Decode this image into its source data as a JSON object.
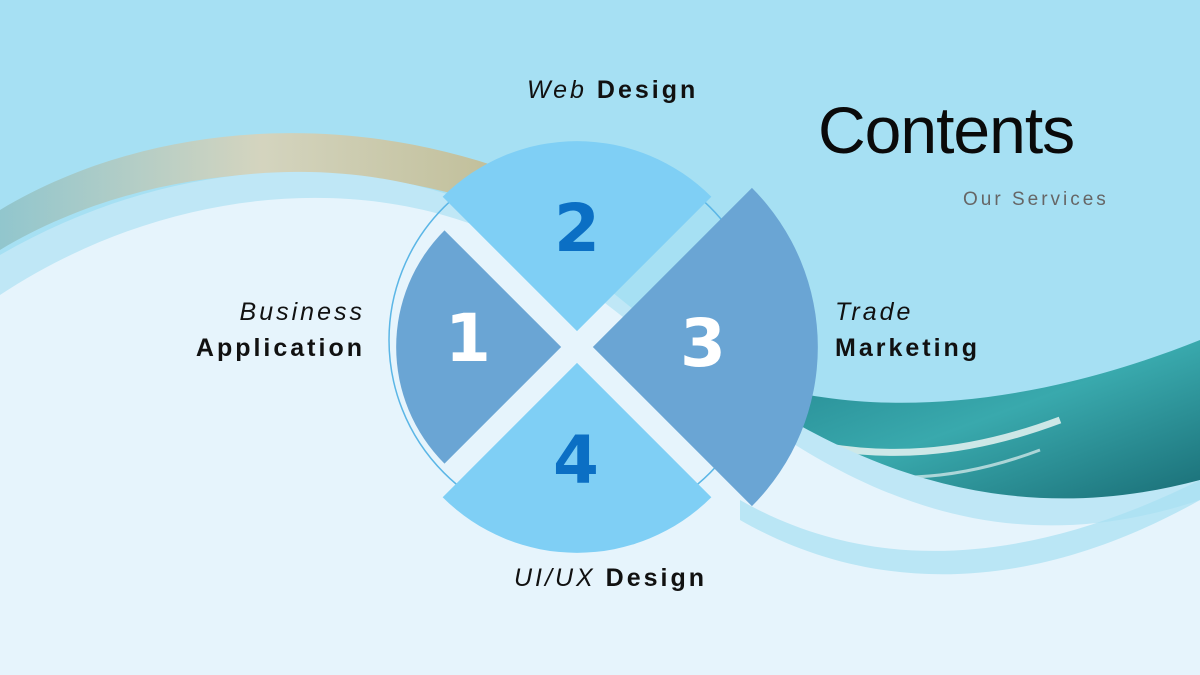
{
  "title": "Contents",
  "subtitle": "Our Services",
  "sections": [
    {
      "number": "1",
      "italic": "Business",
      "bold": "Application",
      "number_color": "#ffffff",
      "segment_color": "#6aa5d4"
    },
    {
      "number": "2",
      "italic": "Web",
      "bold": "Design",
      "number_color": "#0b6fc4",
      "segment_color": "#7fcff5"
    },
    {
      "number": "3",
      "italic": "Trade",
      "bold": "Marketing",
      "number_color": "#ffffff",
      "segment_color": "#6aa5d4"
    },
    {
      "number": "4",
      "italic": "UI/UX",
      "bold": "Design",
      "number_color": "#0b6fc4",
      "segment_color": "#7fcff5"
    }
  ],
  "colors": {
    "background_top": "#a6e0f3",
    "background_bottom": "#e6f4fc",
    "teal": "#2e9aa3"
  }
}
